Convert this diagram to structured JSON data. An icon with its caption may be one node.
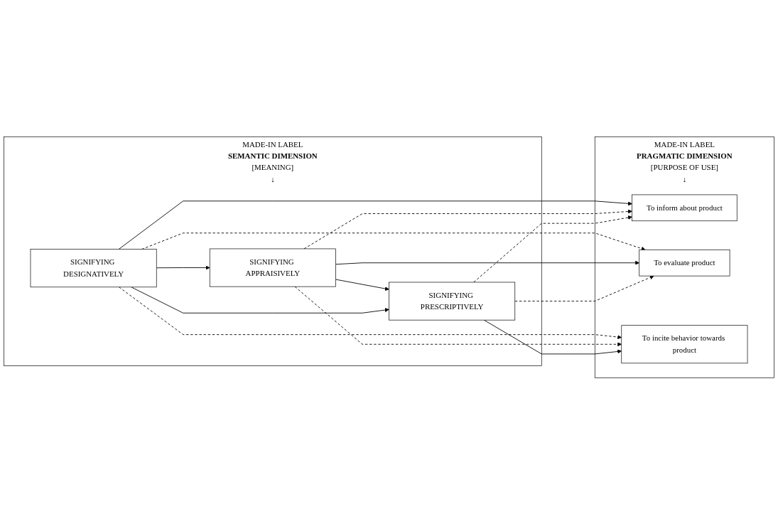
{
  "diagram": {
    "nodes": [
      {
        "text": [
          "MADE-IN LABEL",
          "SEMANTIC DIMENSION",
          "[MEANING]",
          "↓"
        ]
      },
      {
        "text": [
          "SIGNIFYING DESIGNATIVELY"
        ],
        "in": 0
      },
      {
        "text": [
          "SIGNIFYING APPRAISIVELY"
        ],
        "in": 0
      },
      {
        "text": [
          "SIGNIFYING PRESCRIPTIVELY"
        ],
        "in": 0
      },
      {
        "text": [
          "MADE-IN LABEL",
          "PRAGMATIC DIMENSION",
          "[PURPOSE OF USE]",
          "↓"
        ]
      },
      {
        "text": [
          "To inform about product"
        ],
        "in": 4
      },
      {
        "text": [
          "To evaluate product"
        ],
        "in": 4
      },
      {
        "text": [
          "To incite behavior towards product"
        ],
        "in": 4
      }
    ],
    "edges": [
      {
        "from": 1,
        "to": 2,
        "arrow": "to"
      },
      {
        "from": 2,
        "to": 3,
        "arrow": "to"
      },
      {
        "from": 1,
        "to": 3,
        "arrow": "to"
      },
      {
        "from": 1,
        "to": 5,
        "arrow": "to"
      },
      {
        "from": 1,
        "to": 6,
        "arrow": "to",
        "style": "dashed"
      },
      {
        "from": 1,
        "to": 7,
        "arrow": "to",
        "style": "dashed"
      },
      {
        "from": 2,
        "to": 5,
        "arrow": "to",
        "style": "dashed"
      },
      {
        "from": 2,
        "to": 6,
        "arrow": "to"
      },
      {
        "from": 2,
        "to": 7,
        "arrow": "to",
        "style": "dashed"
      },
      {
        "from": 3,
        "to": 5,
        "arrow": "to",
        "style": "dashed"
      },
      {
        "from": 3,
        "to": 6,
        "arrow": "to",
        "style": "dashed"
      },
      {
        "from": 3,
        "to": 7,
        "arrow": "to"
      }
    ]
  }
}
